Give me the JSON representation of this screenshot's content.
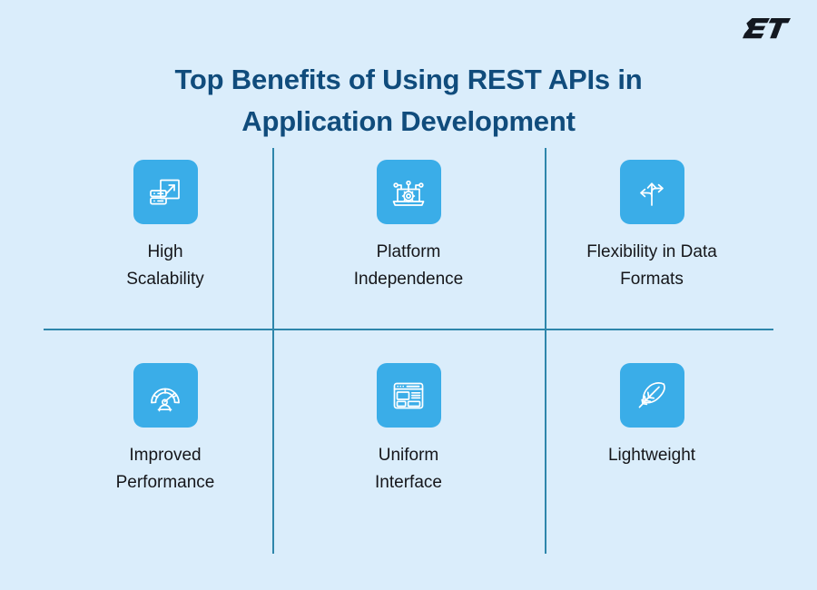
{
  "brand": {
    "logo_text": "ET",
    "logo_icon": "et-monogram-logo"
  },
  "header": {
    "title_line_1": "Top Benefits of Using REST APIs in",
    "title_line_2": "Application Development",
    "title_full": "Top Benefits of Using REST APIs in Application Development",
    "title_color": "#104c7c"
  },
  "colors": {
    "background": "#daedfb",
    "icon_tile": "#3aade8",
    "icon_stroke": "#ffffff",
    "divider": "#2e86ab",
    "label_text": "#15161a"
  },
  "benefits": [
    {
      "label_line_1": "High",
      "label_line_2": "Scalability",
      "label": "High Scalability",
      "icon": "server-stack-growth-arrow-icon"
    },
    {
      "label_line_1": "Platform",
      "label_line_2": "Independence",
      "label": "Platform Independence",
      "icon": "laptop-gear-network-icon"
    },
    {
      "label_line_1": "Flexibility in Data",
      "label_line_2": "Formats",
      "label": "Flexibility in Data Formats",
      "icon": "three-way-branching-arrows-icon"
    },
    {
      "label_line_1": "Improved",
      "label_line_2": "Performance",
      "label": "Improved Performance",
      "icon": "speedometer-gauge-icon"
    },
    {
      "label_line_1": "Uniform",
      "label_line_2": "Interface",
      "label": "Uniform Interface",
      "icon": "browser-wireframe-layout-icon"
    },
    {
      "label_line_1": "Lightweight",
      "label_line_2": "",
      "label": "Lightweight",
      "icon": "feather-icon"
    }
  ]
}
